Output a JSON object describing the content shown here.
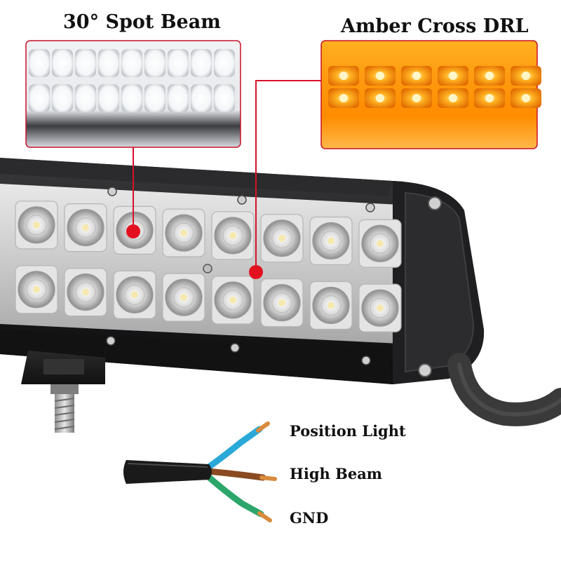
{
  "callouts": {
    "spot_beam": "30° Spot Beam",
    "amber_drl": "Amber Cross DRL"
  },
  "wires": {
    "position_light": "Position Light",
    "high_beam": "High Beam",
    "gnd": "GND"
  },
  "colors": {
    "callout_line": "#d8102a",
    "callout_dot": "#e3101f",
    "housing": "#1c1c1e",
    "amber_glow": "#ff9a10",
    "white_glow": "#ffffff",
    "wire_blue": "#2aa8d8",
    "wire_brown": "#8a4a22",
    "wire_green": "#2ca66a",
    "wire_jacket": "#1a1a1a",
    "copper": "#d98a3c"
  }
}
